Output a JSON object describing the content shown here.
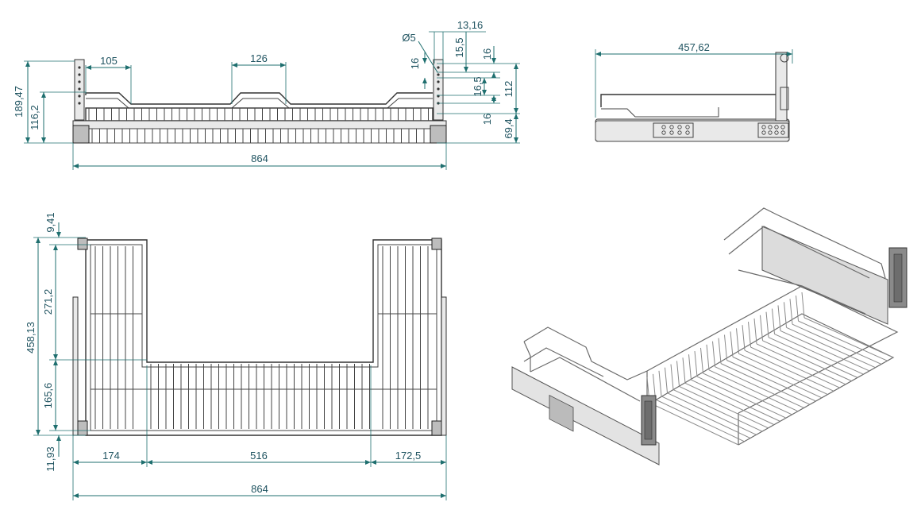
{
  "front_view": {
    "height_overall": "189,47",
    "height_frame": "116,2",
    "width_total": "864",
    "handle_width_left": "105",
    "handle_width_center": "126"
  },
  "side_detail": {
    "offset_top": "13,16",
    "hole_diameter": "Ø5",
    "dim_15_5": "15,5",
    "dim_16_a": "16",
    "dim_16_b": "16",
    "dim_16_5": "16,5",
    "dim_16_c": "16",
    "dim_112": "112",
    "dim_69_4": "69,4"
  },
  "side_view": {
    "depth": "457,62"
  },
  "top_view": {
    "dim_9_41": "9,41",
    "dim_271_2": "271,2",
    "dim_458_13": "458,13",
    "dim_165_6": "165,6",
    "dim_11_93": "11,93",
    "width_left": "174",
    "width_center": "516",
    "width_right": "172,5",
    "width_total": "864"
  },
  "icons": [
    "front-view-drawing",
    "side-view-drawing",
    "top-view-drawing",
    "isometric-basket-view"
  ]
}
